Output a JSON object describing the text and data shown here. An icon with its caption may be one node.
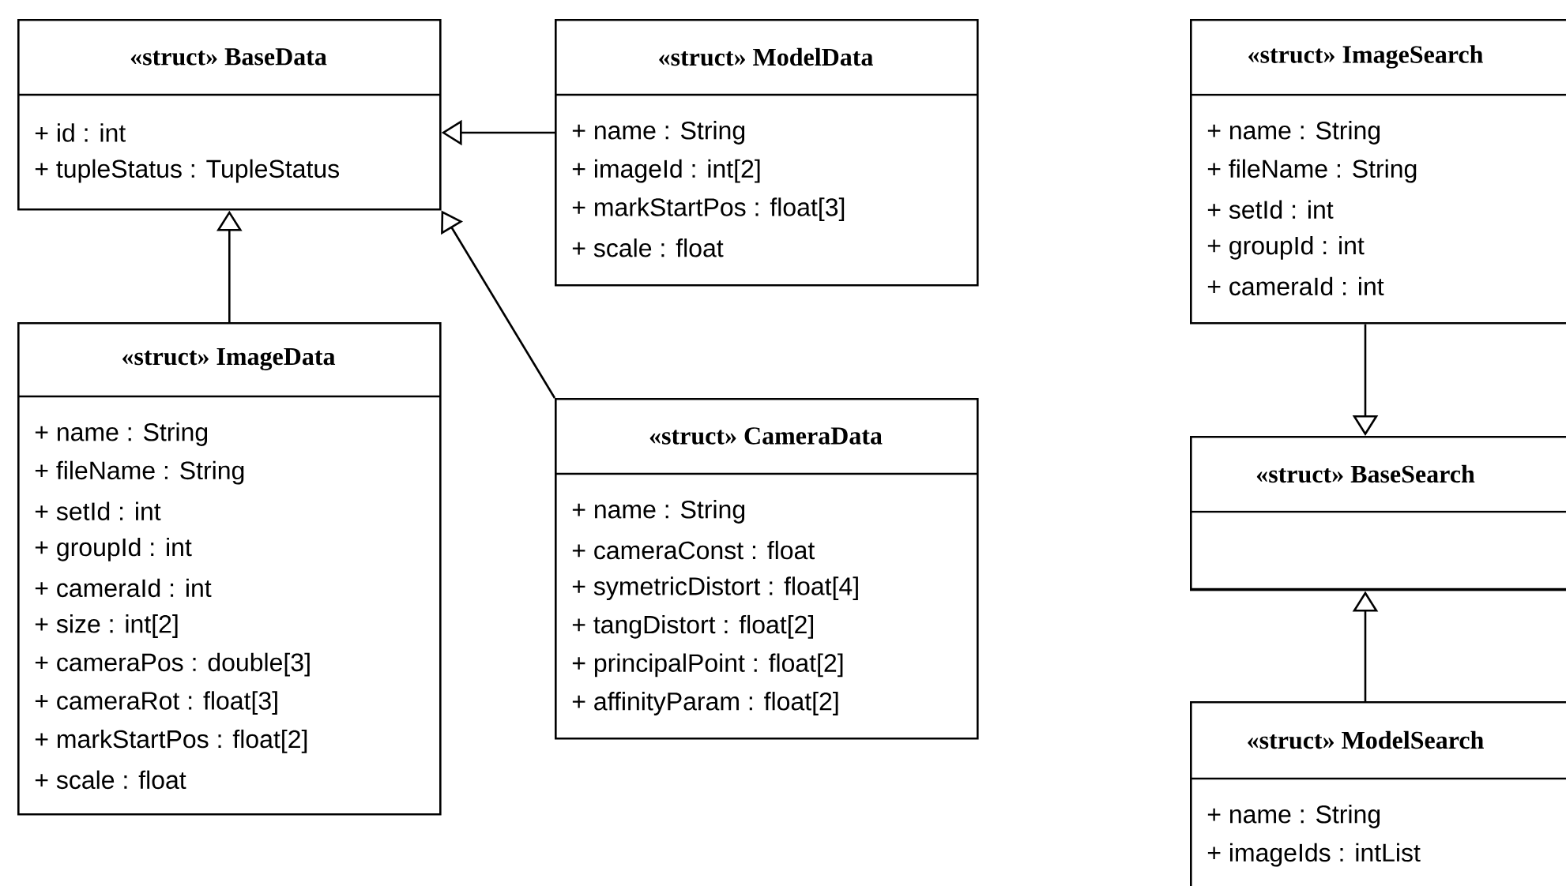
{
  "diagram": {
    "nodes": [
      {
        "text": [
          "«struct» BaseData",
          "+ id : int",
          "+ tupleStatus : TupleStatus"
        ]
      },
      {
        "text": [
          "«struct» ModelData",
          "+ name : String",
          "+ imageId : int[2]",
          "+ markStartPos : float[3]",
          "+ scale : float"
        ]
      },
      {
        "text": [
          "«struct» ImageData",
          "+ name : String",
          "+ fileName : String",
          "+ setId : int",
          "+ groupId : int",
          "+ cameraId : int",
          "+ size : int[2]",
          "+ cameraPos : double[3]",
          "+ cameraRot : float[3]",
          "+ markStartPos : float[2]",
          "+ scale : float"
        ]
      },
      {
        "text": [
          "«struct» CameraData",
          "+ name : String",
          "+ cameraConst : float",
          "+ symetricDistort : float[4]",
          "+ tangDistort : float[2]",
          "+ principalPoint : float[2]",
          "+ affinityParam : float[2]"
        ]
      },
      {
        "text": [
          "«struct» ImageSearch",
          "+ name : String",
          "+ fileName : String",
          "+ setId : int",
          "+ groupId : int",
          "+ cameraId : int"
        ]
      },
      {
        "text": [
          "«struct» BaseSearch"
        ]
      },
      {
        "text": [
          "«struct» ModelSearch",
          "+ name : String",
          "+ imageIds : intList"
        ]
      }
    ],
    "edges": [
      {
        "from": 1,
        "to": 0,
        "arrow": "to"
      },
      {
        "from": 2,
        "to": 0,
        "arrow": "to"
      },
      {
        "from": 3,
        "to": 0,
        "arrow": "to"
      },
      {
        "from": 4,
        "to": 5,
        "arrow": "to"
      },
      {
        "from": 6,
        "to": 5,
        "arrow": "to"
      }
    ]
  }
}
